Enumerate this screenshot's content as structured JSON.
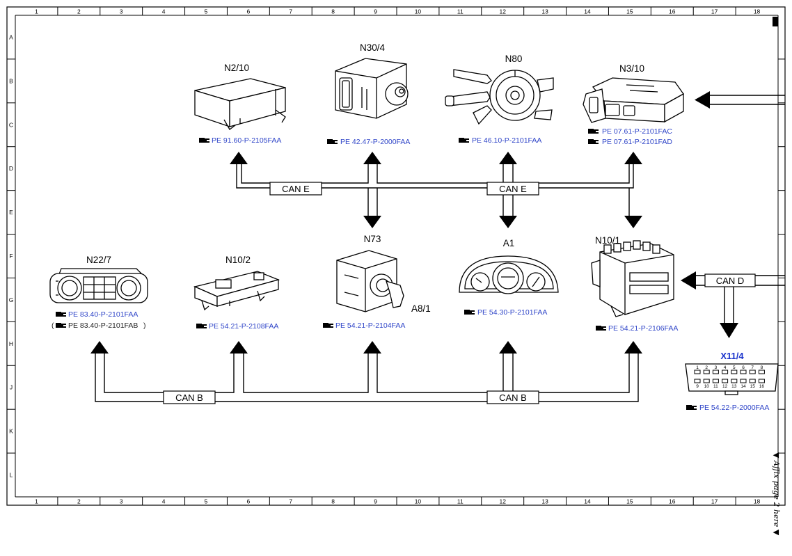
{
  "grid": {
    "columns": [
      "1",
      "2",
      "3",
      "4",
      "5",
      "6",
      "7",
      "8",
      "9",
      "10",
      "11",
      "12",
      "13",
      "14",
      "15",
      "16",
      "17",
      "18"
    ],
    "rows": [
      "A",
      "B",
      "C",
      "D",
      "E",
      "F",
      "G",
      "H",
      "J",
      "K",
      "L"
    ]
  },
  "buses": {
    "can_e_left": "CAN E",
    "can_e_right": "CAN E",
    "can_b_left": "CAN B",
    "can_b_right": "CAN B",
    "can_d": "CAN D"
  },
  "components": {
    "n2_10": {
      "label": "N2/10",
      "refs": [
        "PE 91.60-P-2105FAA"
      ]
    },
    "n30_4": {
      "label": "N30/4",
      "refs": [
        "PE 42.47-P-2000FAA"
      ]
    },
    "n80": {
      "label": "N80",
      "refs": [
        "PE 46.10-P-2101FAA"
      ]
    },
    "n3_10": {
      "label": "N3/10",
      "refs": [
        "PE 07.61-P-2101FAC",
        "PE 07.61-P-2101FAD"
      ]
    },
    "n22_7": {
      "label": "N22/7",
      "refs": [
        "PE 83.40-P-2101FAA",
        "PE 83.40-P-2101FAB"
      ]
    },
    "n10_2": {
      "label": "N10/2",
      "refs": [
        "PE 54.21-P-2108FAA"
      ]
    },
    "n73": {
      "label": "N73",
      "sublabel": "A8/1",
      "refs": [
        "PE 54.21-P-2104FAA"
      ]
    },
    "a1": {
      "label": "A1",
      "refs": [
        "PE 54.30-P-2101FAA"
      ]
    },
    "n10_1": {
      "label": "N10/1",
      "refs": [
        "PE 54.21-P-2106FAA"
      ]
    },
    "x11_4": {
      "label": "X11/4",
      "refs": [
        "PE 54.22-P-2000FAA"
      ],
      "pins_top": [
        "1",
        "2",
        "3",
        "4",
        "5",
        "6",
        "7",
        "8"
      ],
      "pins_bottom": [
        "9",
        "10",
        "11",
        "12",
        "13",
        "14",
        "15",
        "16"
      ]
    }
  },
  "affix_note": "▼ Affix page 2 here ▼",
  "colors": {
    "link": "#2f45c8",
    "line": "#000000",
    "background": "#ffffff"
  }
}
